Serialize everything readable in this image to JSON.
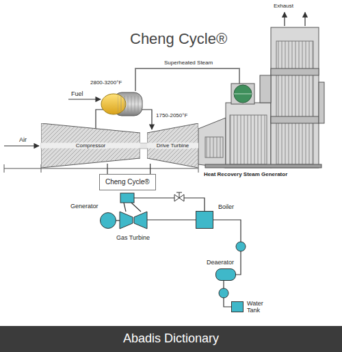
{
  "diagram": {
    "title": "Cheng Cycle®",
    "nodes": [
      {
        "text": [
          "Compressor"
        ]
      },
      {
        "text": [
          "Drive Turbine"
        ]
      },
      {
        "text": [
          "Heat Recovery Steam Generator"
        ]
      },
      {
        "text": [
          "Cheng Cycle®"
        ]
      },
      {
        "text": [
          "Generator"
        ]
      },
      {
        "text": [
          "Gas Turbine"
        ]
      },
      {
        "text": [
          "Boiler"
        ]
      },
      {
        "text": [
          "Deaerator"
        ]
      },
      {
        "text": [
          "Water Tank"
        ]
      }
    ],
    "edges": [
      {
        "from": 0,
        "to": 1,
        "arrow": "to"
      },
      {
        "from": 3,
        "to": 0,
        "arrow": "none"
      },
      {
        "from": 3,
        "to": 1,
        "arrow": "none"
      },
      {
        "from": 4,
        "to": 5,
        "arrow": "none"
      },
      {
        "from": 5,
        "to": 6,
        "arrow": "none"
      },
      {
        "from": 7,
        "to": 6,
        "arrow": "none"
      },
      {
        "from": 8,
        "to": 7,
        "arrow": "none"
      }
    ],
    "labels": [
      "Air",
      "Fuel",
      "2800-3200°F",
      "1750-2050°F",
      "Superheated Steam",
      "Exhaust",
      "Abadis Dictionary"
    ]
  }
}
